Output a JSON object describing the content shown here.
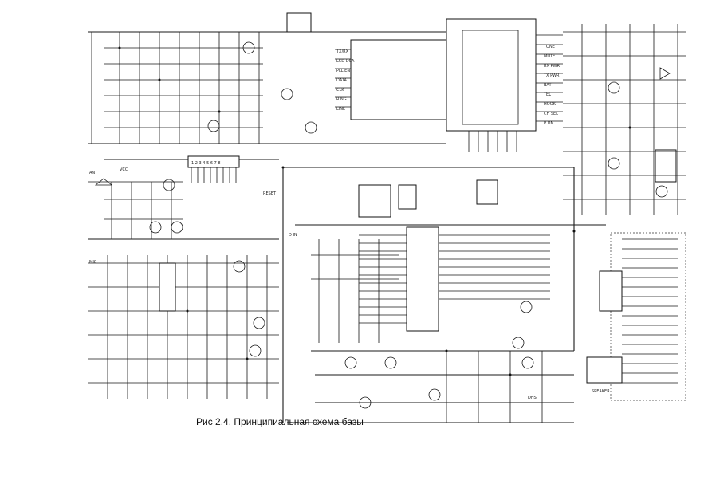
{
  "caption": "Рис 2.4. Принципиальная схема базы",
  "labels": {
    "connector_pins": "1 2 3 4 5 6 7 8",
    "speaker": "SPEAKER",
    "reset": "RESET",
    "mic": "MIC",
    "tx_rx": "TX/RX",
    "lcd_dca": "LCD DCA",
    "pll_en": "PLL EN",
    "data": "DATA",
    "clk": "CLK",
    "ring": "RING",
    "line": "LINE",
    "d_in": "D IN",
    "vcc": "VCC",
    "dhs": "DHS",
    "tone": "TONE",
    "mute": "MUTE",
    "rx_pwr": "RX PWR",
    "tx_pwr": "TX PWR",
    "bat": "BAT",
    "tel": "TEL",
    "hook": "HOOK",
    "ch_sel": "CH SEL",
    "p_dn": "P DN",
    "ant": "ANT"
  },
  "colors": {
    "ink": "#1a1a1a",
    "paper": "#ffffff"
  }
}
